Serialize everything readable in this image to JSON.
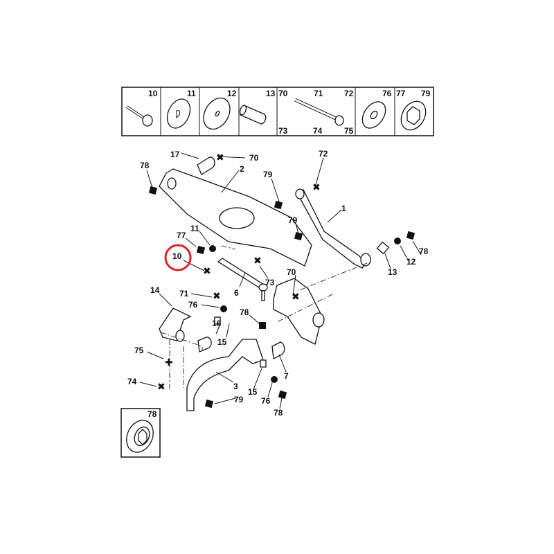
{
  "legend": {
    "panels": [
      {
        "labels": [
          "10"
        ],
        "icon": "bolt-icon"
      },
      {
        "labels": [
          "11"
        ],
        "icon": "washer-slotted-icon"
      },
      {
        "labels": [
          "12"
        ],
        "icon": "washer-flat-icon"
      },
      {
        "labels": [
          "13"
        ],
        "icon": "sleeve-icon"
      },
      {
        "labels": [
          "70",
          "71",
          "72",
          "73",
          "74",
          "75"
        ],
        "icon": "long-bolt-icon"
      },
      {
        "labels": [
          "76"
        ],
        "icon": "washer-notched-icon"
      },
      {
        "labels": [
          "77",
          "79"
        ],
        "icon": "nut-flanged-icon"
      }
    ]
  },
  "inset": {
    "label": "78",
    "icon": "nut-flanged-icon"
  },
  "callouts": [
    "17",
    "70",
    "78",
    "2",
    "72",
    "79",
    "1",
    "79",
    "11",
    "77",
    "10",
    "78",
    "12",
    "13",
    "73",
    "70",
    "6",
    "14",
    "71",
    "76",
    "78",
    "16",
    "15",
    "75",
    "7",
    "74",
    "3",
    "79",
    "15",
    "76",
    "78"
  ],
  "highlight": {
    "label": "10",
    "color": "#e02020"
  }
}
